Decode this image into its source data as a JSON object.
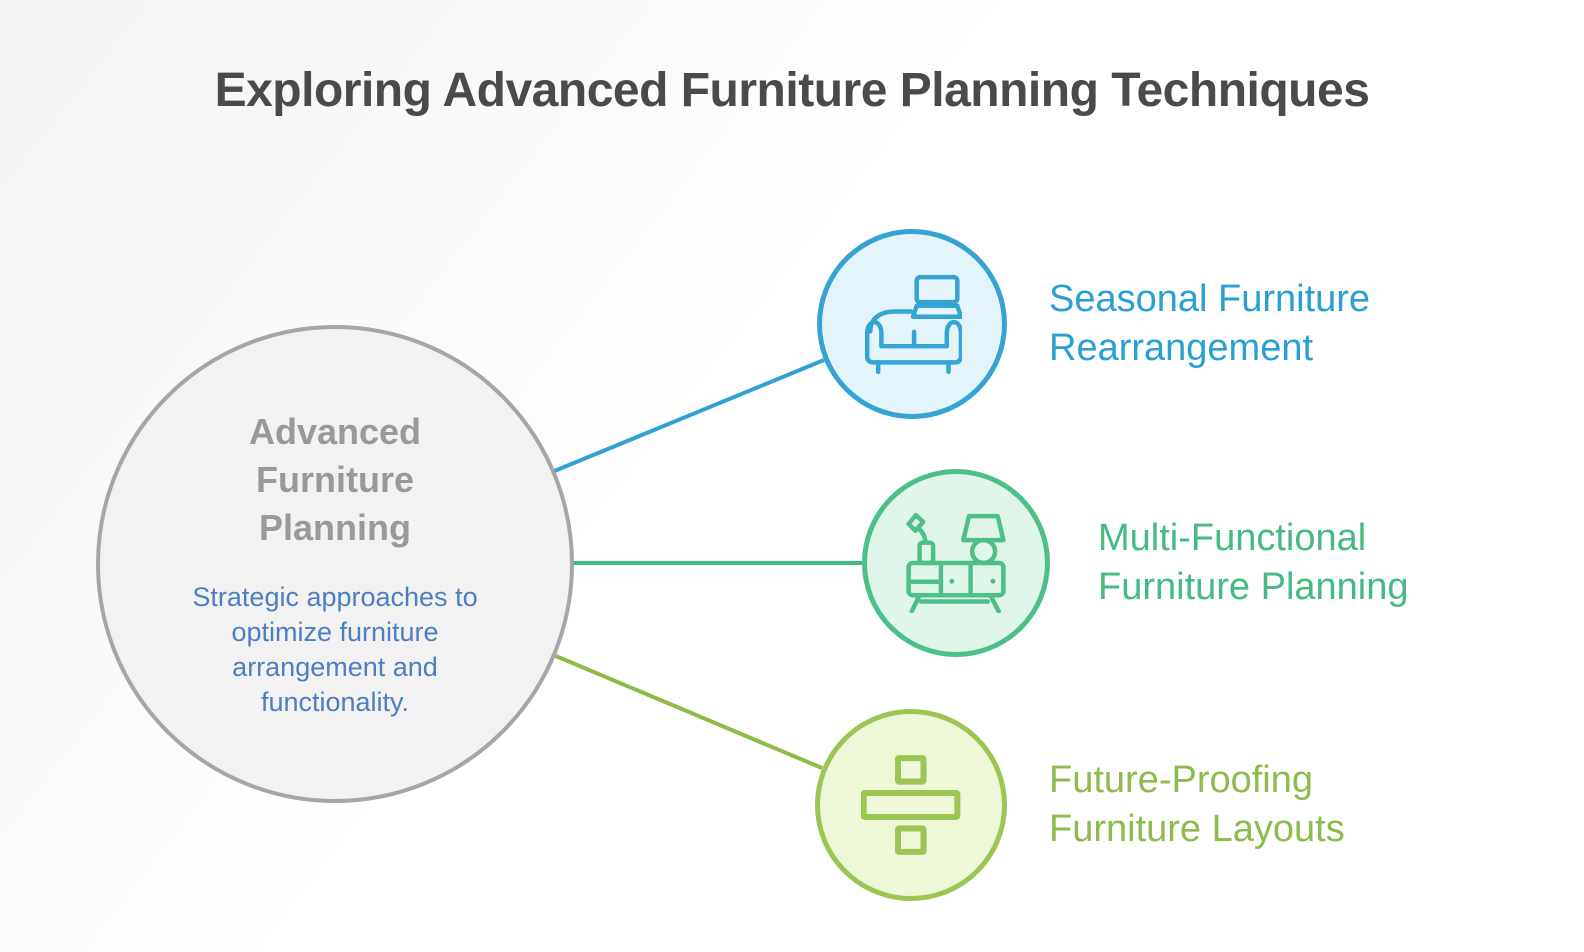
{
  "title": "Exploring Advanced Furniture Planning Techniques",
  "center": {
    "heading": "Advanced\nFurniture\nPlanning",
    "description": "Strategic approaches to\noptimize furniture\narrangement and\nfunctionality."
  },
  "nodes": [
    {
      "label": "Seasonal Furniture\nRearrangement",
      "icon": "sofa-laptop-icon",
      "accent_color": "#2b9fd2",
      "circle_border_color": "#35a4d5",
      "circle_fill_color": "#e4f4fb"
    },
    {
      "label": "Multi-Functional\nFurniture Planning",
      "icon": "console-lamps-icon",
      "accent_color": "#45ba81",
      "circle_border_color": "#4dc089",
      "circle_fill_color": "#e0f6ea"
    },
    {
      "label": "Future-Proofing\nFurniture Layouts",
      "icon": "division-icon",
      "accent_color": "#8cbb4e",
      "circle_border_color": "#9cc553",
      "circle_fill_color": "#eef8d8"
    }
  ],
  "colors": {
    "title": "#4a4a4b",
    "center_heading": "#98999b",
    "center_description": "#4d7ec0",
    "center_circle_border": "#a6a6a8",
    "center_circle_fill": "#f2f2f3",
    "connector_blue": "#2fa1d4",
    "connector_green": "#3dbb86",
    "connector_olive": "#8cbb4a",
    "background": "#ffffff"
  }
}
